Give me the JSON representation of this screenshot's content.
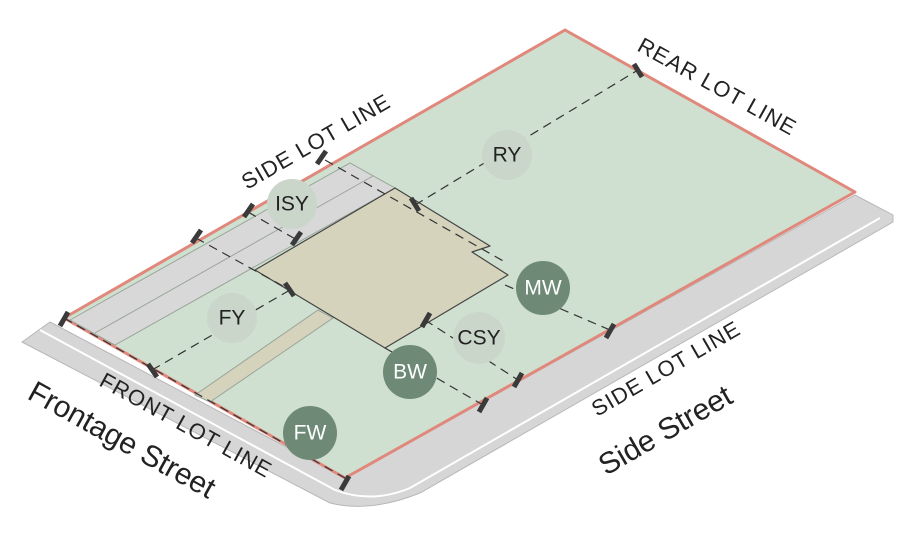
{
  "lot_lines": {
    "side_top": "SIDE LOT LINE",
    "rear": "REAR LOT LINE",
    "side_right": "SIDE LOT LINE",
    "front": "FRONT LOT LINE"
  },
  "streets": {
    "frontage": "Frontage Street",
    "side": "Side Street"
  },
  "setbacks": {
    "ry": "RY",
    "isy": "ISY",
    "fy": "FY",
    "mw": "MW",
    "csy": "CSY",
    "bw": "BW",
    "fw": "FW"
  },
  "colors": {
    "lot_fill": "#cfe0d0",
    "lot_outline": "#e0887c",
    "street": "#d6d6d6",
    "building": "#d5d3bc",
    "badge_light": "#c9d6c9",
    "badge_dark": "#6e8a76"
  }
}
